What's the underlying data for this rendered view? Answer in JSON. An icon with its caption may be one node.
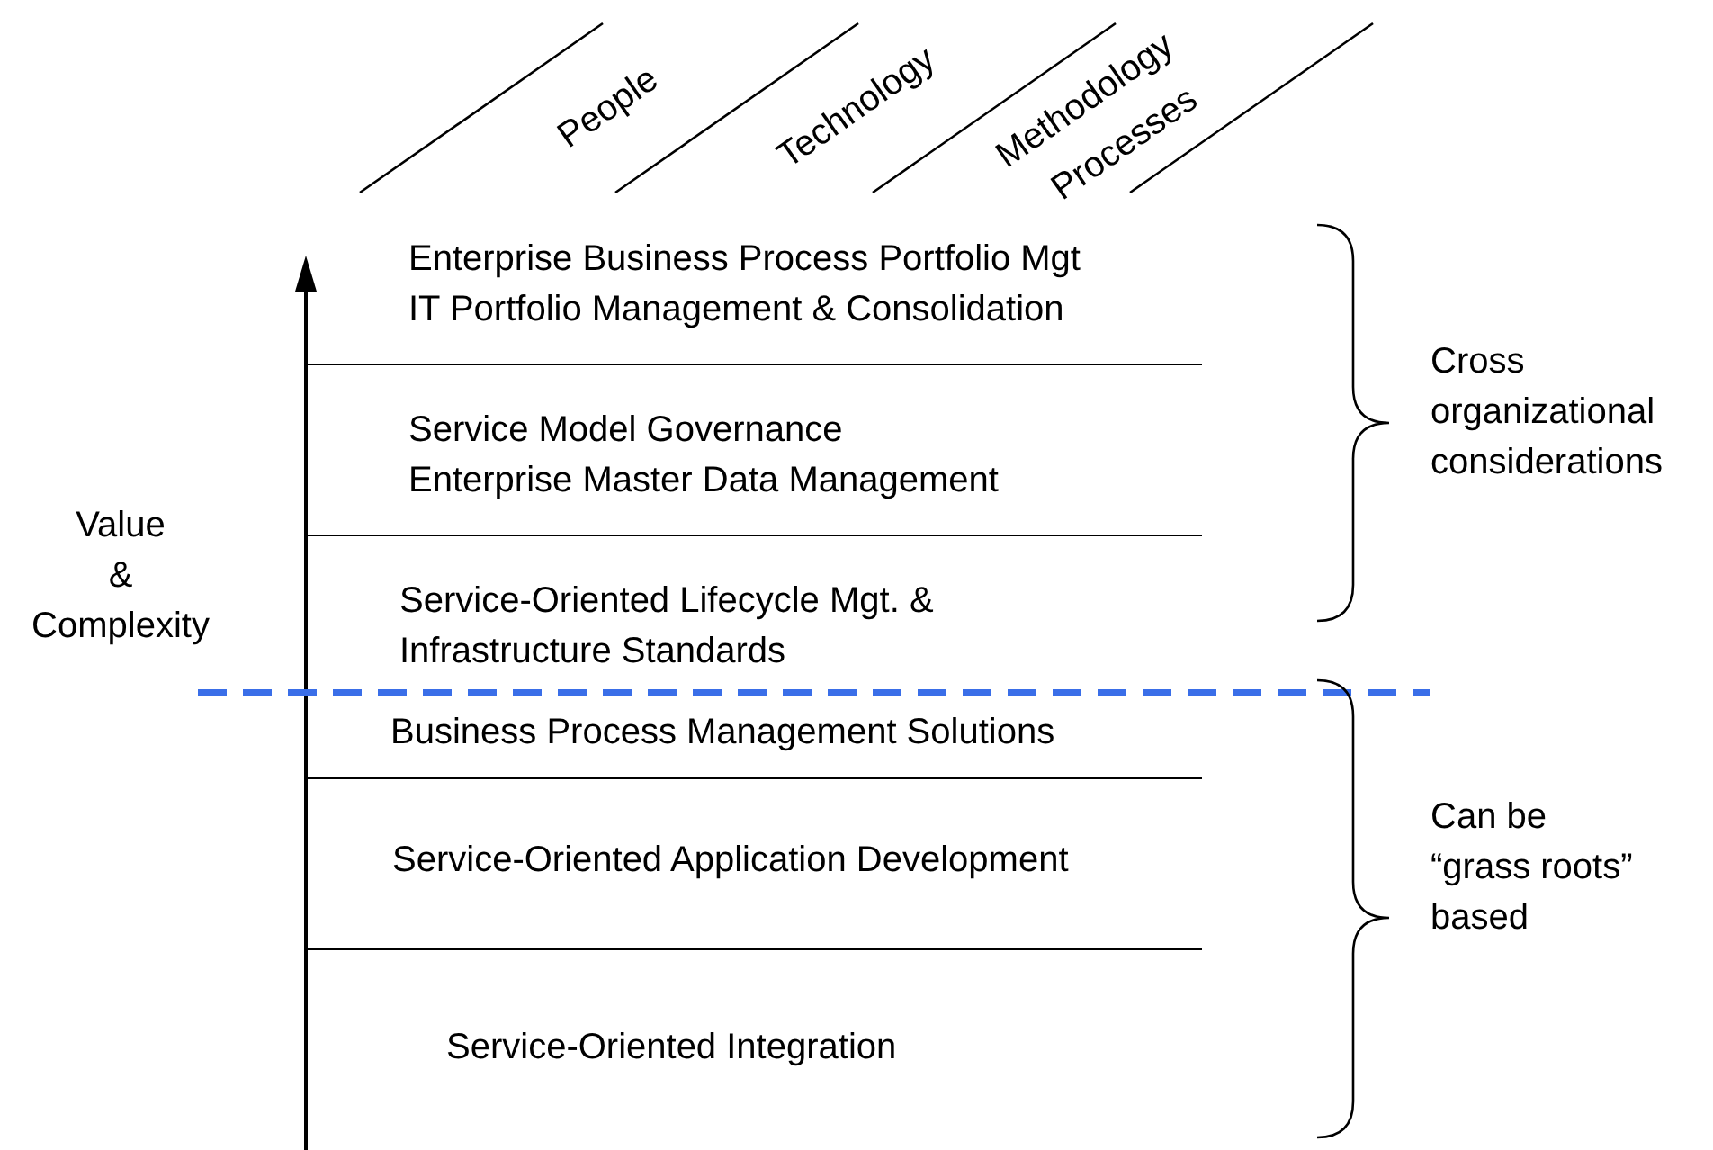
{
  "diagram": {
    "nodes": [
      {
        "text": [
          "Enterprise Business Process Portfolio Mgt",
          "IT Portfolio Management & Consolidation"
        ]
      },
      {
        "text": [
          "Service Model Governance",
          "Enterprise Master Data Management"
        ]
      },
      {
        "text": [
          "Service-Oriented Lifecycle Mgt. & Infrastructure Standards"
        ]
      },
      {
        "text": [
          "Business Process Management Solutions"
        ]
      },
      {
        "text": [
          "Service-Oriented Application Development"
        ]
      },
      {
        "text": [
          "Service-Oriented Integration"
        ]
      }
    ],
    "edges": [],
    "labels": [
      "People",
      "Technology",
      "Methodology",
      "Processes",
      "Value & Complexity",
      "Cross organizational considerations",
      "Can be “grass roots” based"
    ]
  }
}
